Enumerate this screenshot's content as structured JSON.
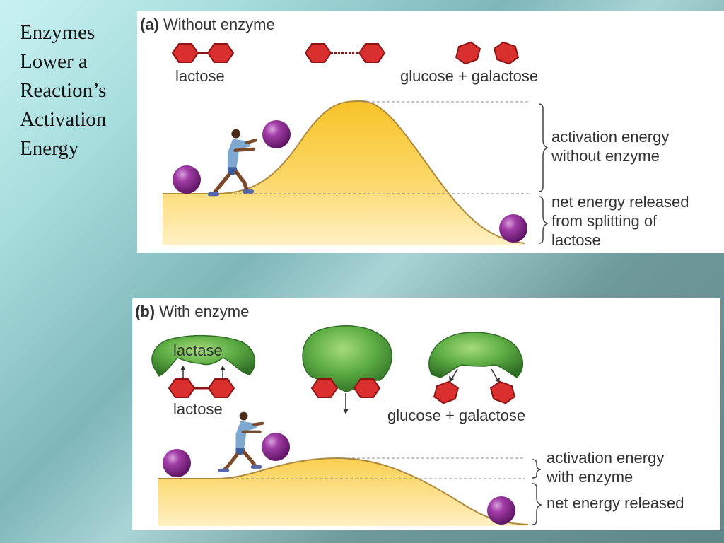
{
  "slide": {
    "title_lines": [
      "Enzymes",
      "Lower a",
      "Reaction’s",
      "Activation",
      "Energy"
    ]
  },
  "panel_a": {
    "tag": "(a)",
    "heading": "Without enzyme",
    "label_lactose": "lactose",
    "label_products": "glucose + galactose",
    "ann_activation": [
      "activation energy",
      "without enzyme"
    ],
    "ann_net": [
      "net energy released",
      "from splitting of",
      "lactose"
    ]
  },
  "panel_b": {
    "tag": "(b)",
    "heading": "With enzyme",
    "label_enzyme": "lactase",
    "label_lactose": "lactose",
    "label_products": "glucose + galactose",
    "ann_activation": [
      "activation energy",
      "with enzyme"
    ],
    "ann_net": "net energy released"
  },
  "colors": {
    "hill_top": "#f7c327",
    "hill_bottom": "#fff0c4",
    "hexagon": "#d9302f",
    "ball": "#8a2a8e",
    "enzyme": "#4e9e3c",
    "curve": "#b08a3c"
  }
}
